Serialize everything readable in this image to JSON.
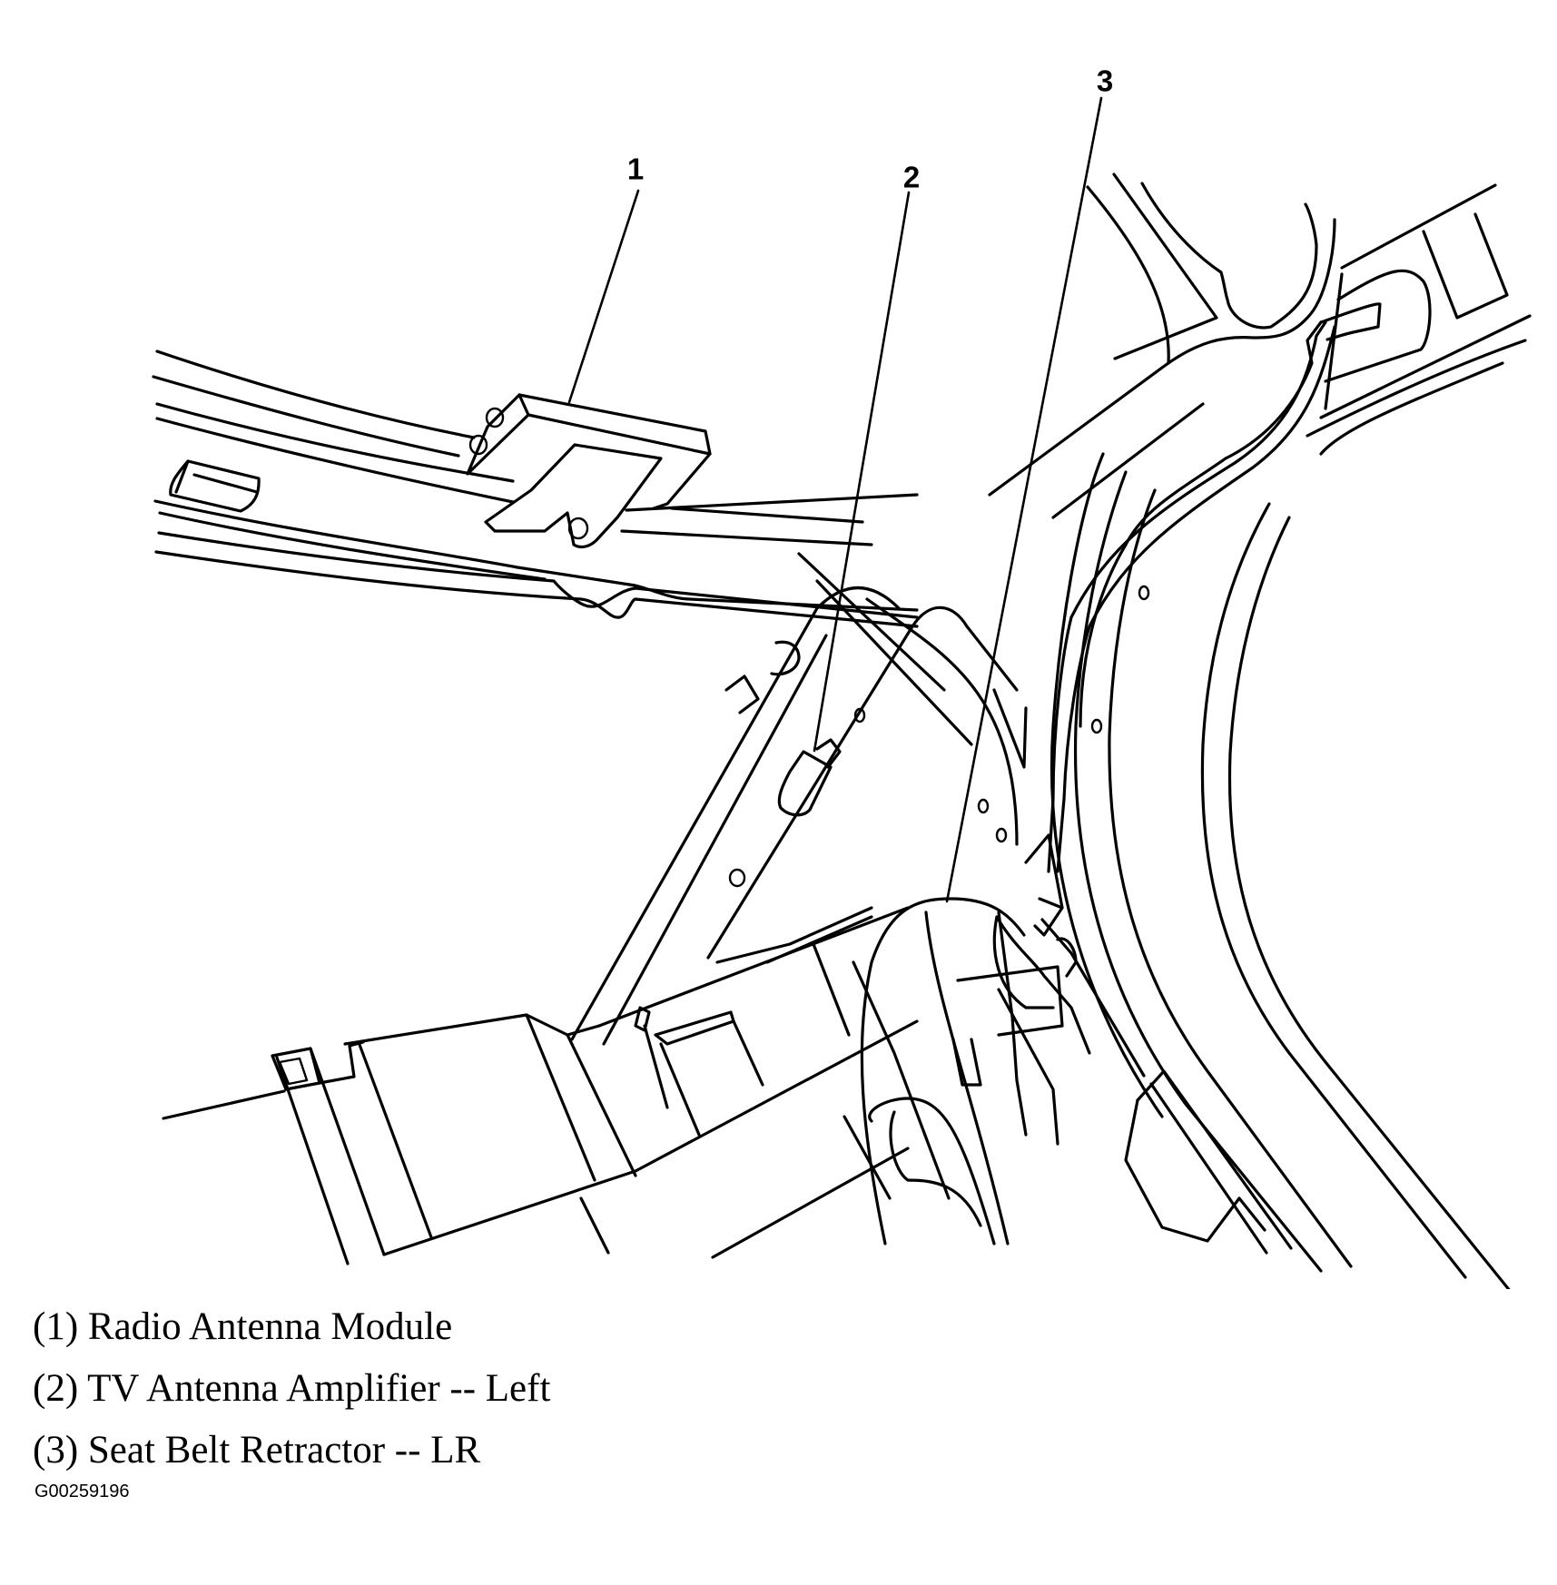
{
  "figure": {
    "callouts": [
      {
        "number": "1",
        "part": "Radio Antenna Module"
      },
      {
        "number": "2",
        "part": "TV Antenna Amplifier -- Left"
      },
      {
        "number": "3",
        "part": "Seat Belt Retractor -- LR"
      }
    ],
    "legend": [
      "(1) Radio Antenna Module",
      "(2) TV Antenna Amplifier -- Left",
      "(3) Seat Belt Retractor -- LR"
    ],
    "figure_id": "G00259196",
    "colors": {
      "ink": "#000000",
      "background": "#ffffff"
    }
  }
}
